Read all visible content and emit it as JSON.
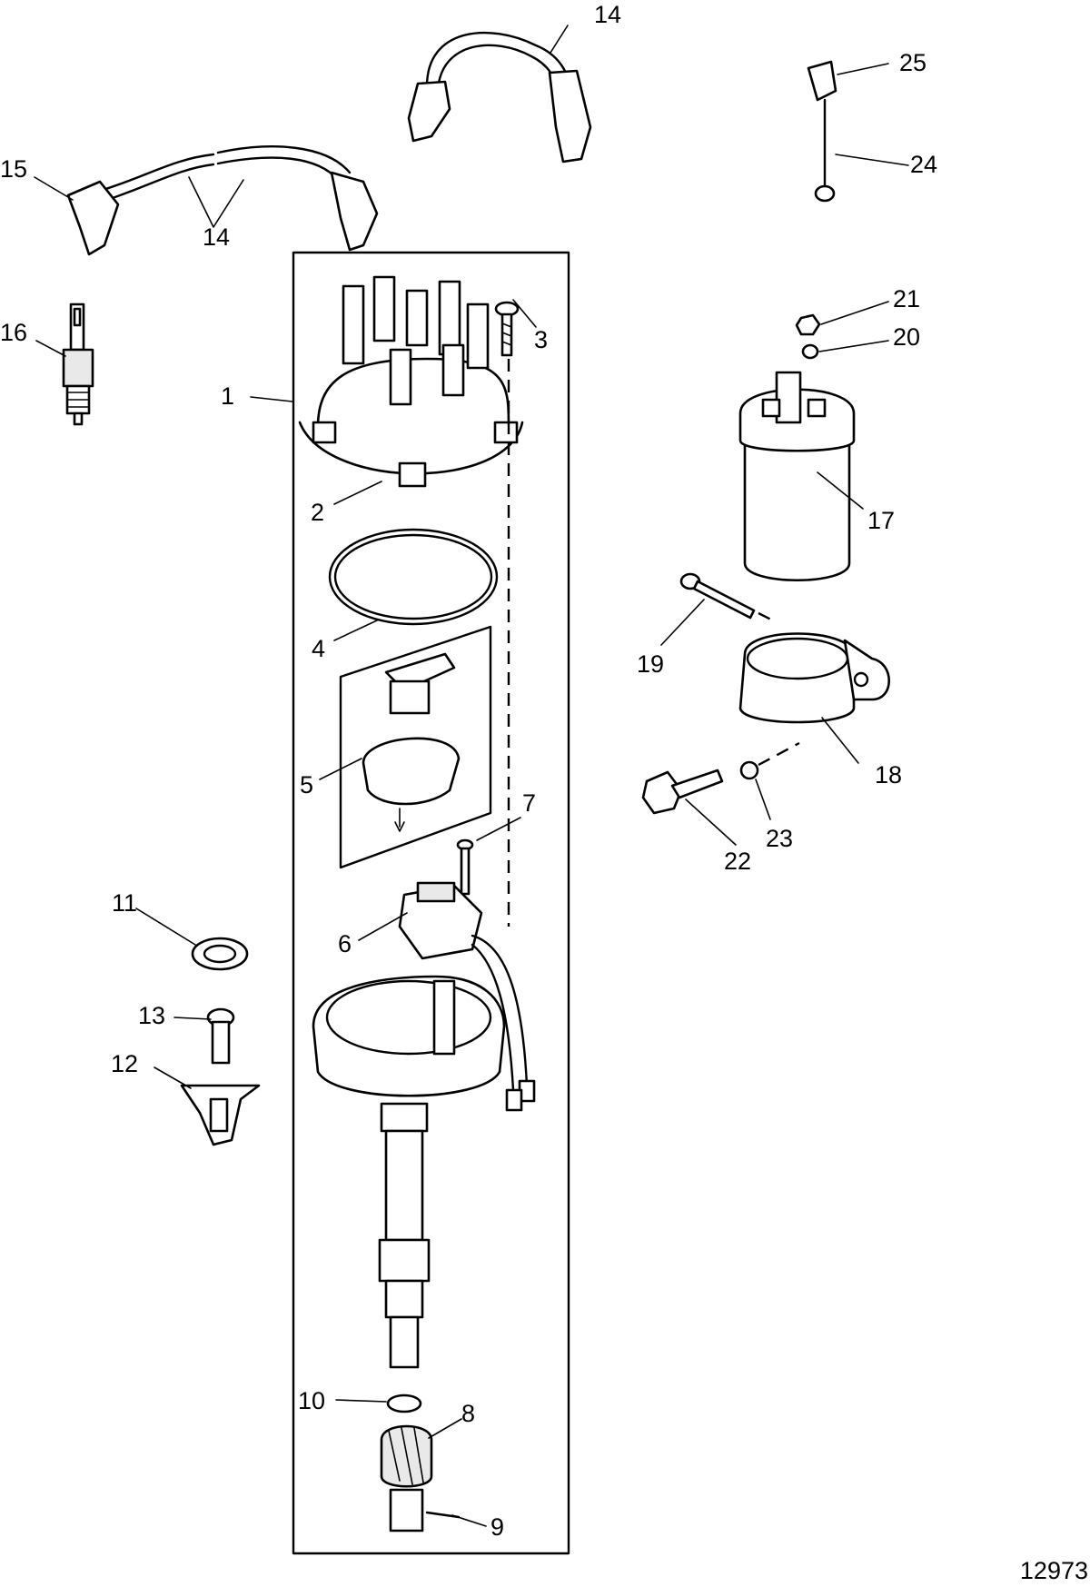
{
  "figure_number": "12973",
  "callouts": [
    "1",
    "2",
    "3",
    "4",
    "5",
    "6",
    "7",
    "8",
    "9",
    "10",
    "11",
    "12",
    "13",
    "14",
    "15",
    "16",
    "17",
    "18",
    "19",
    "20",
    "21",
    "22",
    "23",
    "24",
    "25"
  ],
  "icons": [
    "distributor-cap-icon",
    "rotor-icon",
    "pickup-coil-icon",
    "distributor-housing-icon",
    "drive-gear-icon",
    "spark-plug-icon",
    "ignition-coil-icon",
    "coil-bracket-icon",
    "spark-plug-wire-icon",
    "clamp-icon"
  ]
}
